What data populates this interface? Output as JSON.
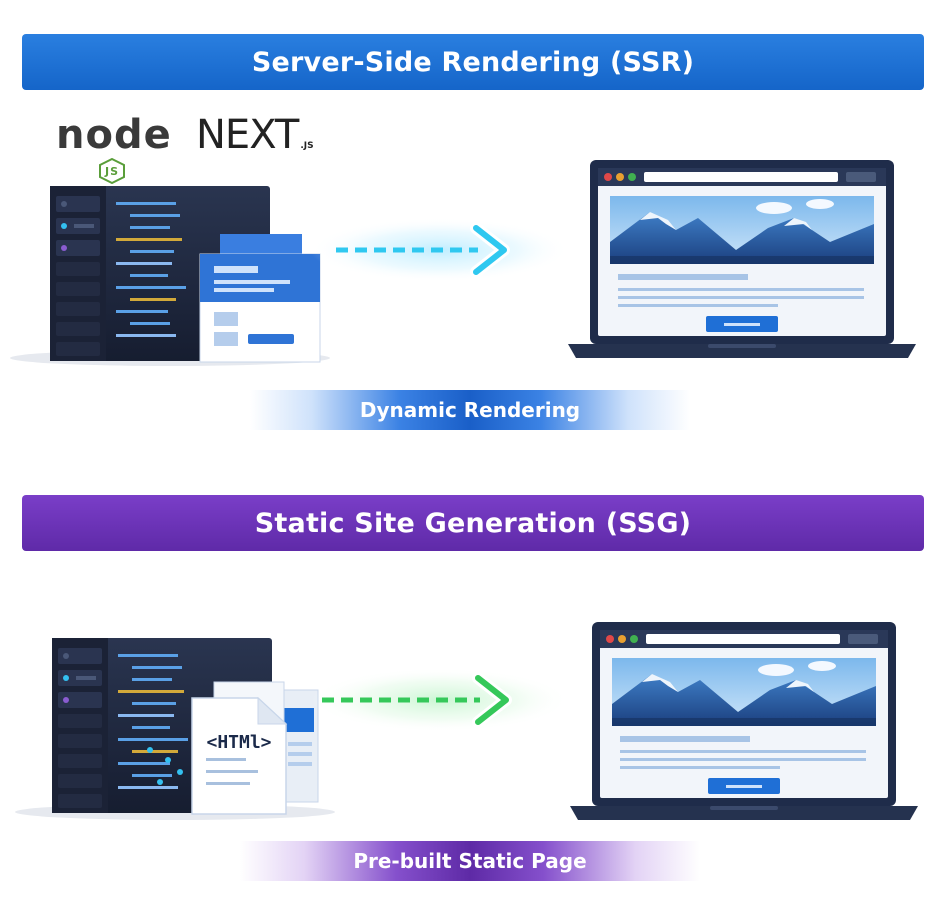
{
  "ssr": {
    "title": "Server-Side Rendering (SSR)",
    "badge": "Dynamic Rendering",
    "logos": {
      "node": "node",
      "node_js": "JS",
      "next": "NEXT",
      "next_js": ".JS"
    },
    "arrow_color": "#2fc8f0",
    "banner_color": "#1f6fd6"
  },
  "ssg": {
    "title": "Static Site Generation (SSG)",
    "badge": "Pre-built Static Page",
    "html_tag": "<HTMl>",
    "arrow_color": "#35c85a",
    "banner_color": "#6a33b8"
  },
  "icons": [
    "server-rack-icon",
    "code-editor-icon",
    "web-page-document-icon",
    "html-document-icon",
    "laptop-icon",
    "mountain-landscape-icon",
    "arrow-right-icon"
  ]
}
